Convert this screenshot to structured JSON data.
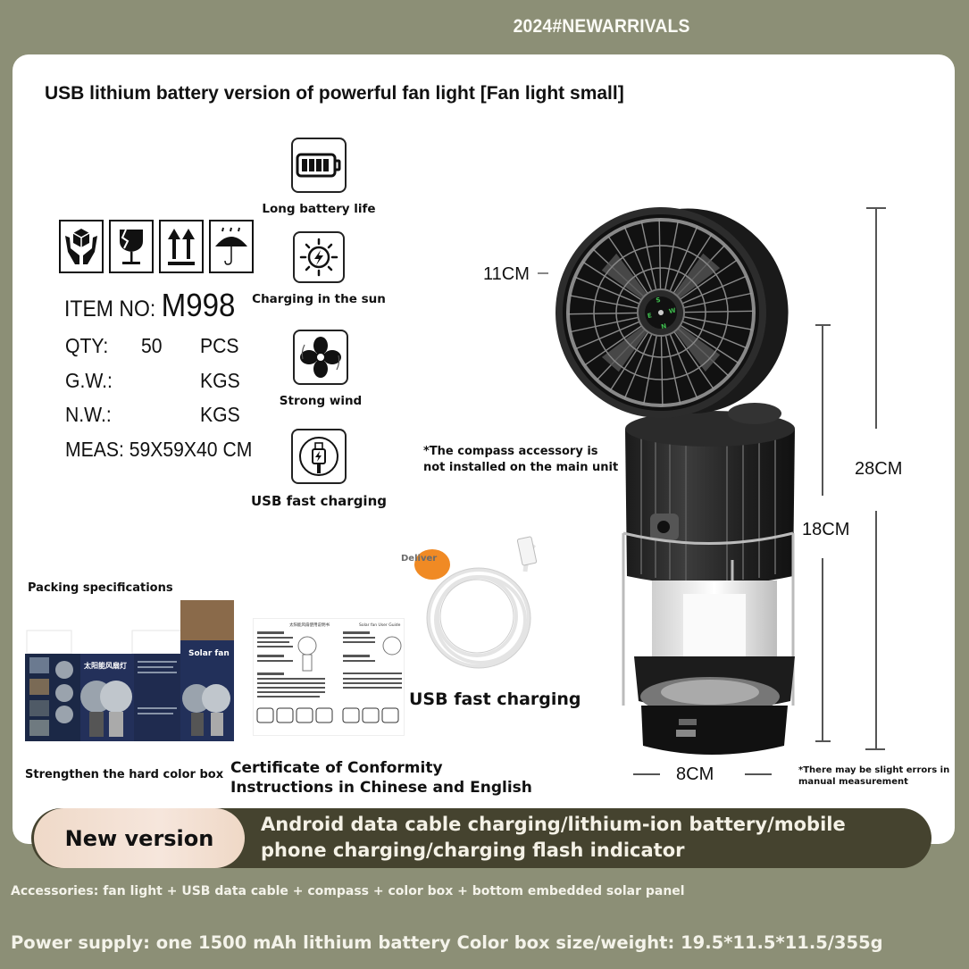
{
  "header": {
    "tagline": "2024#NEWARRIVALS"
  },
  "product": {
    "title": "USB lithium battery version of powerful fan light [Fan light small]"
  },
  "shipping_marks": [
    {
      "icon": "handle-with-care-icon"
    },
    {
      "icon": "fragile-glass-icon"
    },
    {
      "icon": "this-way-up-icon"
    },
    {
      "icon": "keep-dry-umbrella-icon"
    }
  ],
  "carton_spec": {
    "item_label": "ITEM NO:",
    "item_value": "M998",
    "qty_label": "QTY:",
    "qty_value": "50",
    "qty_unit": "PCS",
    "gw_label": "G.W.:",
    "gw_unit": "KGS",
    "nw_label": "N.W.:",
    "nw_unit": "KGS",
    "meas_label": "MEAS:",
    "meas_value": "59X59X40 CM"
  },
  "features": [
    {
      "icon": "battery-icon",
      "label": "Long battery life"
    },
    {
      "icon": "sun-charging-icon",
      "label": "Charging in the sun"
    },
    {
      "icon": "fan-icon",
      "label": "Strong wind"
    },
    {
      "icon": "usb-cable-icon",
      "label": "USB fast charging"
    }
  ],
  "dimensions": {
    "fan_diameter": "11CM",
    "total_height": "28CM",
    "body_height": "18CM",
    "base_width": "8CM"
  },
  "notes": {
    "compass": "*The compass accessory is not installed on the main unit",
    "compass_line1": "*The compass accessory is",
    "compass_line2": "not installed on the main unit",
    "measurement_line1": "*There may be slight errors in",
    "measurement_line2": "manual measurement"
  },
  "package": {
    "packing_label": "Packing specifications",
    "box_caption": "Strengthen the hard color box",
    "box_text": {
      "cn_title": "太阳能风扇灯",
      "en_title": "Solar fan"
    },
    "manual_caption_line1": "Certificate of Conformity",
    "manual_caption_line2": "Instructions in Chinese and English",
    "manual_titles": [
      "太阳能风扇使用说明书",
      "Solar fan User Guide"
    ],
    "cable_tag": "Deliver",
    "cable_caption": "USB fast charging"
  },
  "banner": {
    "pill_label": "New version",
    "line1": "Android data cable charging/lithium-ion battery/mobile",
    "line2": "phone charging/charging flash indicator"
  },
  "footer": {
    "accessories": "Accessories: fan light + USB data cable + compass + color box + bottom embedded solar panel",
    "power": "Power supply: one 1500 mAh lithium battery Color box size/weight: 19.5*11.5*11.5/355g"
  },
  "colors": {
    "background": "#8c8f76",
    "card": "#ffffff",
    "banner_dark": "#45432f",
    "pill": "#f3e1d4",
    "cable_tag": "#f08a24"
  }
}
